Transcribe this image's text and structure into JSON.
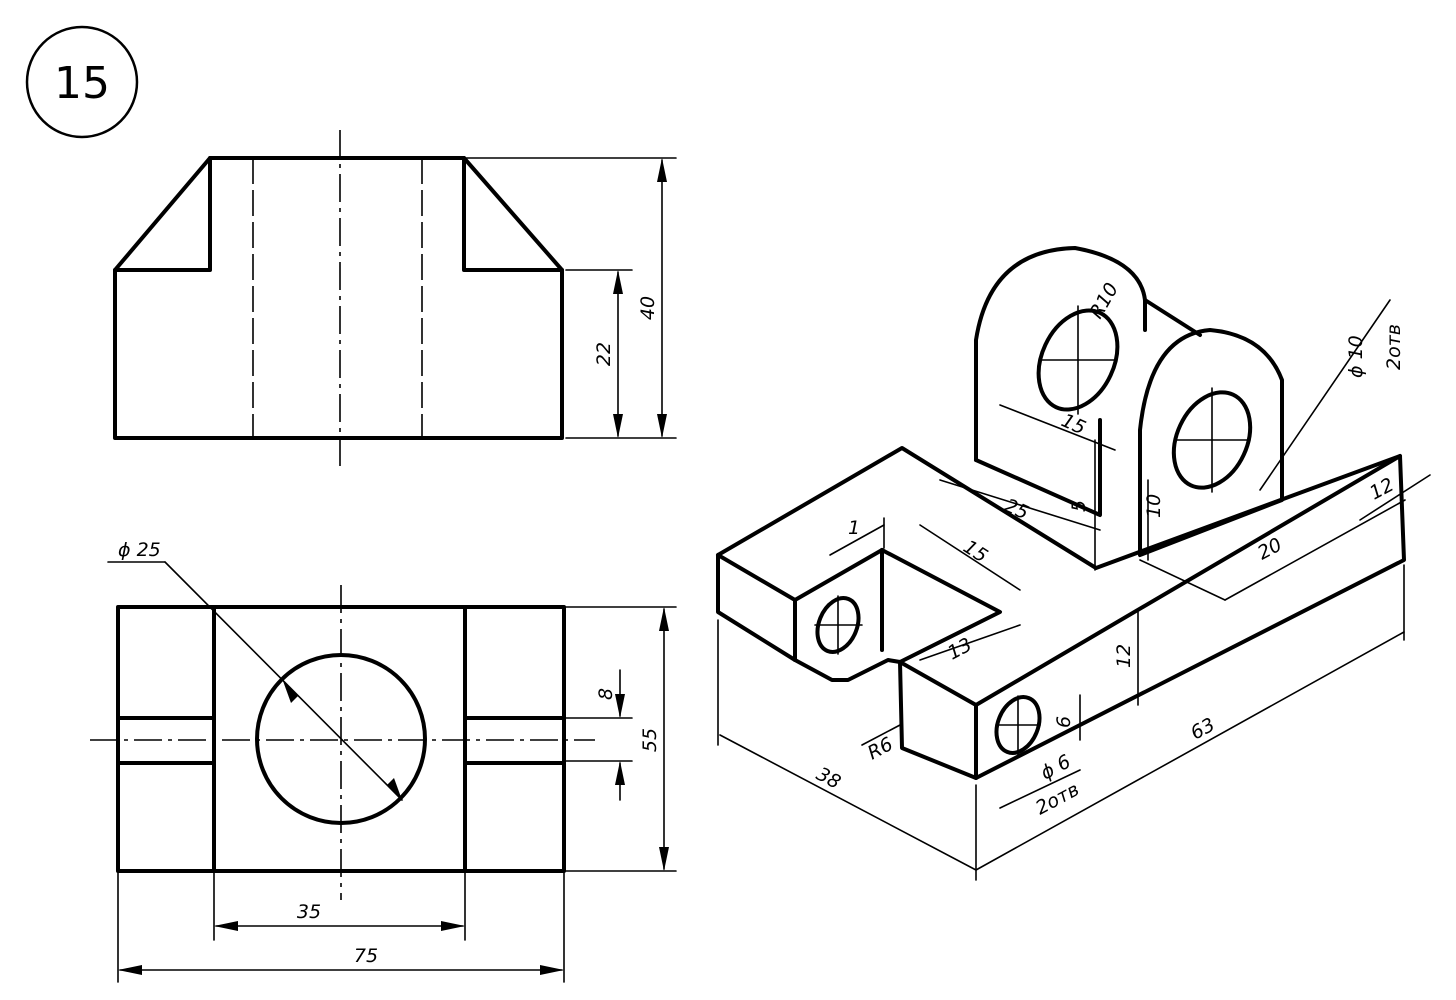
{
  "drawing": {
    "number": "15",
    "front_view": {
      "dims": {
        "height_total": "40",
        "height_lower": "22"
      }
    },
    "top_view": {
      "dims": {
        "hole_dia": "ϕ 25",
        "slot_width": "8",
        "depth": "55",
        "mid_width": "35",
        "total_width": "75"
      }
    },
    "isometric": {
      "dims": {
        "radius_ear": "R10",
        "hole_ear": "ϕ 10",
        "hole_ear_count": "2отв",
        "ear_gap": "15",
        "ear_len": "25",
        "height_5": "5",
        "height_10": "10",
        "offset_12": "12",
        "offset_20": "20",
        "slot_1": "1",
        "slot_15": "15",
        "slot_13": "13",
        "base_height": "12",
        "hole_small_offset": "6",
        "hole_small": "ϕ 6",
        "hole_small_count": "2отв",
        "fillet": "R6",
        "width": "38",
        "length": "63"
      }
    }
  }
}
